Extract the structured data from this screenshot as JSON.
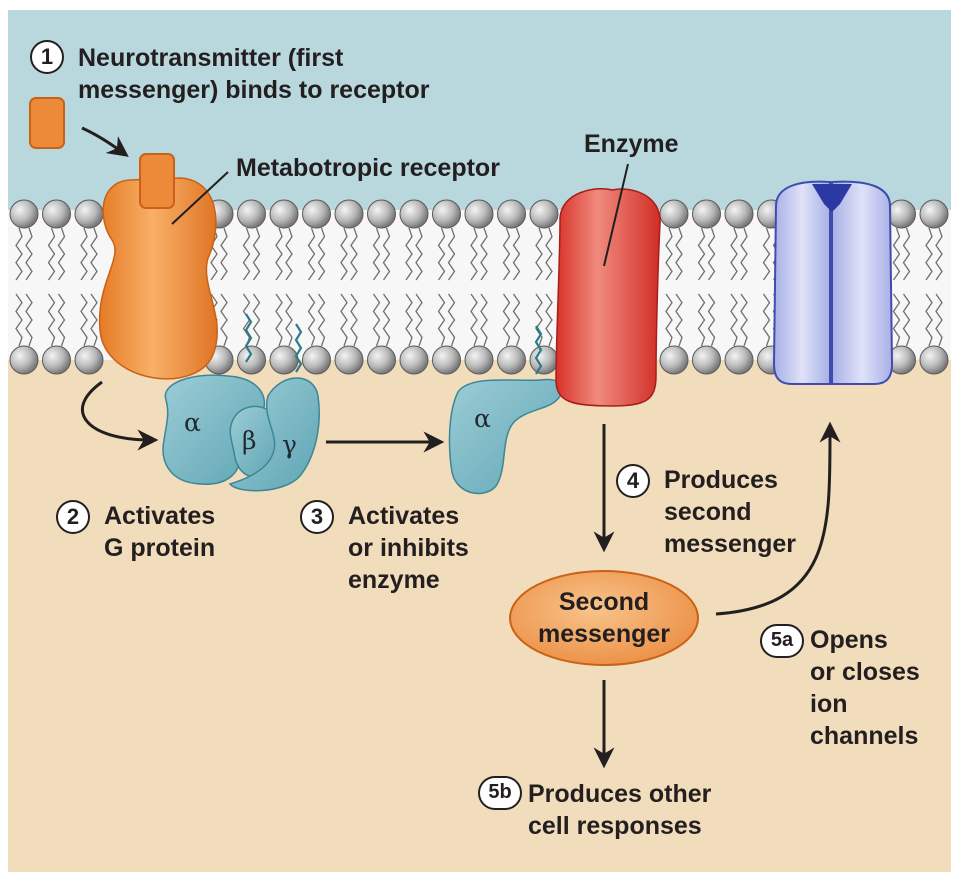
{
  "colors": {
    "extracellular": "#b8d8de",
    "cytoplasm": "#f1dcbc",
    "receptor": "#f0963e",
    "neurotransmitter": "#ec8a3a",
    "g_protein": "#7fbcc8",
    "enzyme": "#e24a3e",
    "ion_channel": "#c8cdf0",
    "second_messenger": "#f2a560"
  },
  "labels": {
    "step1": {
      "number": "1",
      "lines": [
        "Neurotransmitter (first",
        "messenger) binds to receptor"
      ]
    },
    "receptor_label": "Metabotropic receptor",
    "enzyme_label": "Enzyme",
    "step2": {
      "number": "2",
      "lines": [
        "Activates",
        "G protein"
      ]
    },
    "step3": {
      "number": "3",
      "lines": [
        "Activates",
        "or inhibits",
        "enzyme"
      ]
    },
    "step4": {
      "number": "4",
      "lines": [
        "Produces",
        "second",
        "messenger"
      ]
    },
    "second_messenger": [
      "Second",
      "messenger"
    ],
    "step5a": {
      "number": "5a",
      "lines": [
        "Opens",
        "or closes",
        "ion",
        "channels"
      ]
    },
    "step5b": {
      "number": "5b",
      "lines": [
        "Produces other",
        "cell responses"
      ]
    }
  },
  "subunits": {
    "alpha": "α",
    "beta": "β",
    "gamma": "γ",
    "alpha_free": "α"
  }
}
